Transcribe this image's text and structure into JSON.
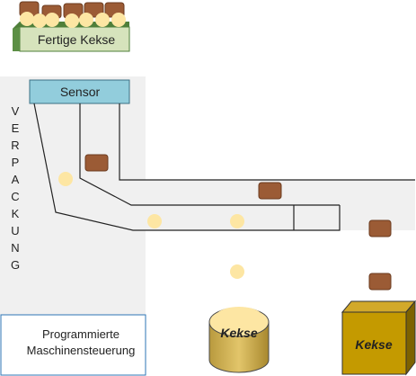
{
  "finished_box": {
    "label": "Fertige Kekse"
  },
  "sensor": {
    "label": "Sensor"
  },
  "packaging": {
    "letters": [
      "V",
      "E",
      "R",
      "P",
      "A",
      "C",
      "K",
      "U",
      "N",
      "G"
    ]
  },
  "control": {
    "line1": "Programmierte",
    "line2": "Maschinensteuerung"
  },
  "round_container": {
    "label": "Kekse"
  },
  "box_container": {
    "label": "Kekse"
  },
  "colors": {
    "panel_gray": "#f0f0f0",
    "sensor_fill": "#92cddc",
    "box_green": "#d6e3bc",
    "box_green_dark": "#4f7f3a",
    "brown_cookie": "#9b5b35",
    "round_cookie": "#fde6a3",
    "gold": "#c49a00"
  }
}
